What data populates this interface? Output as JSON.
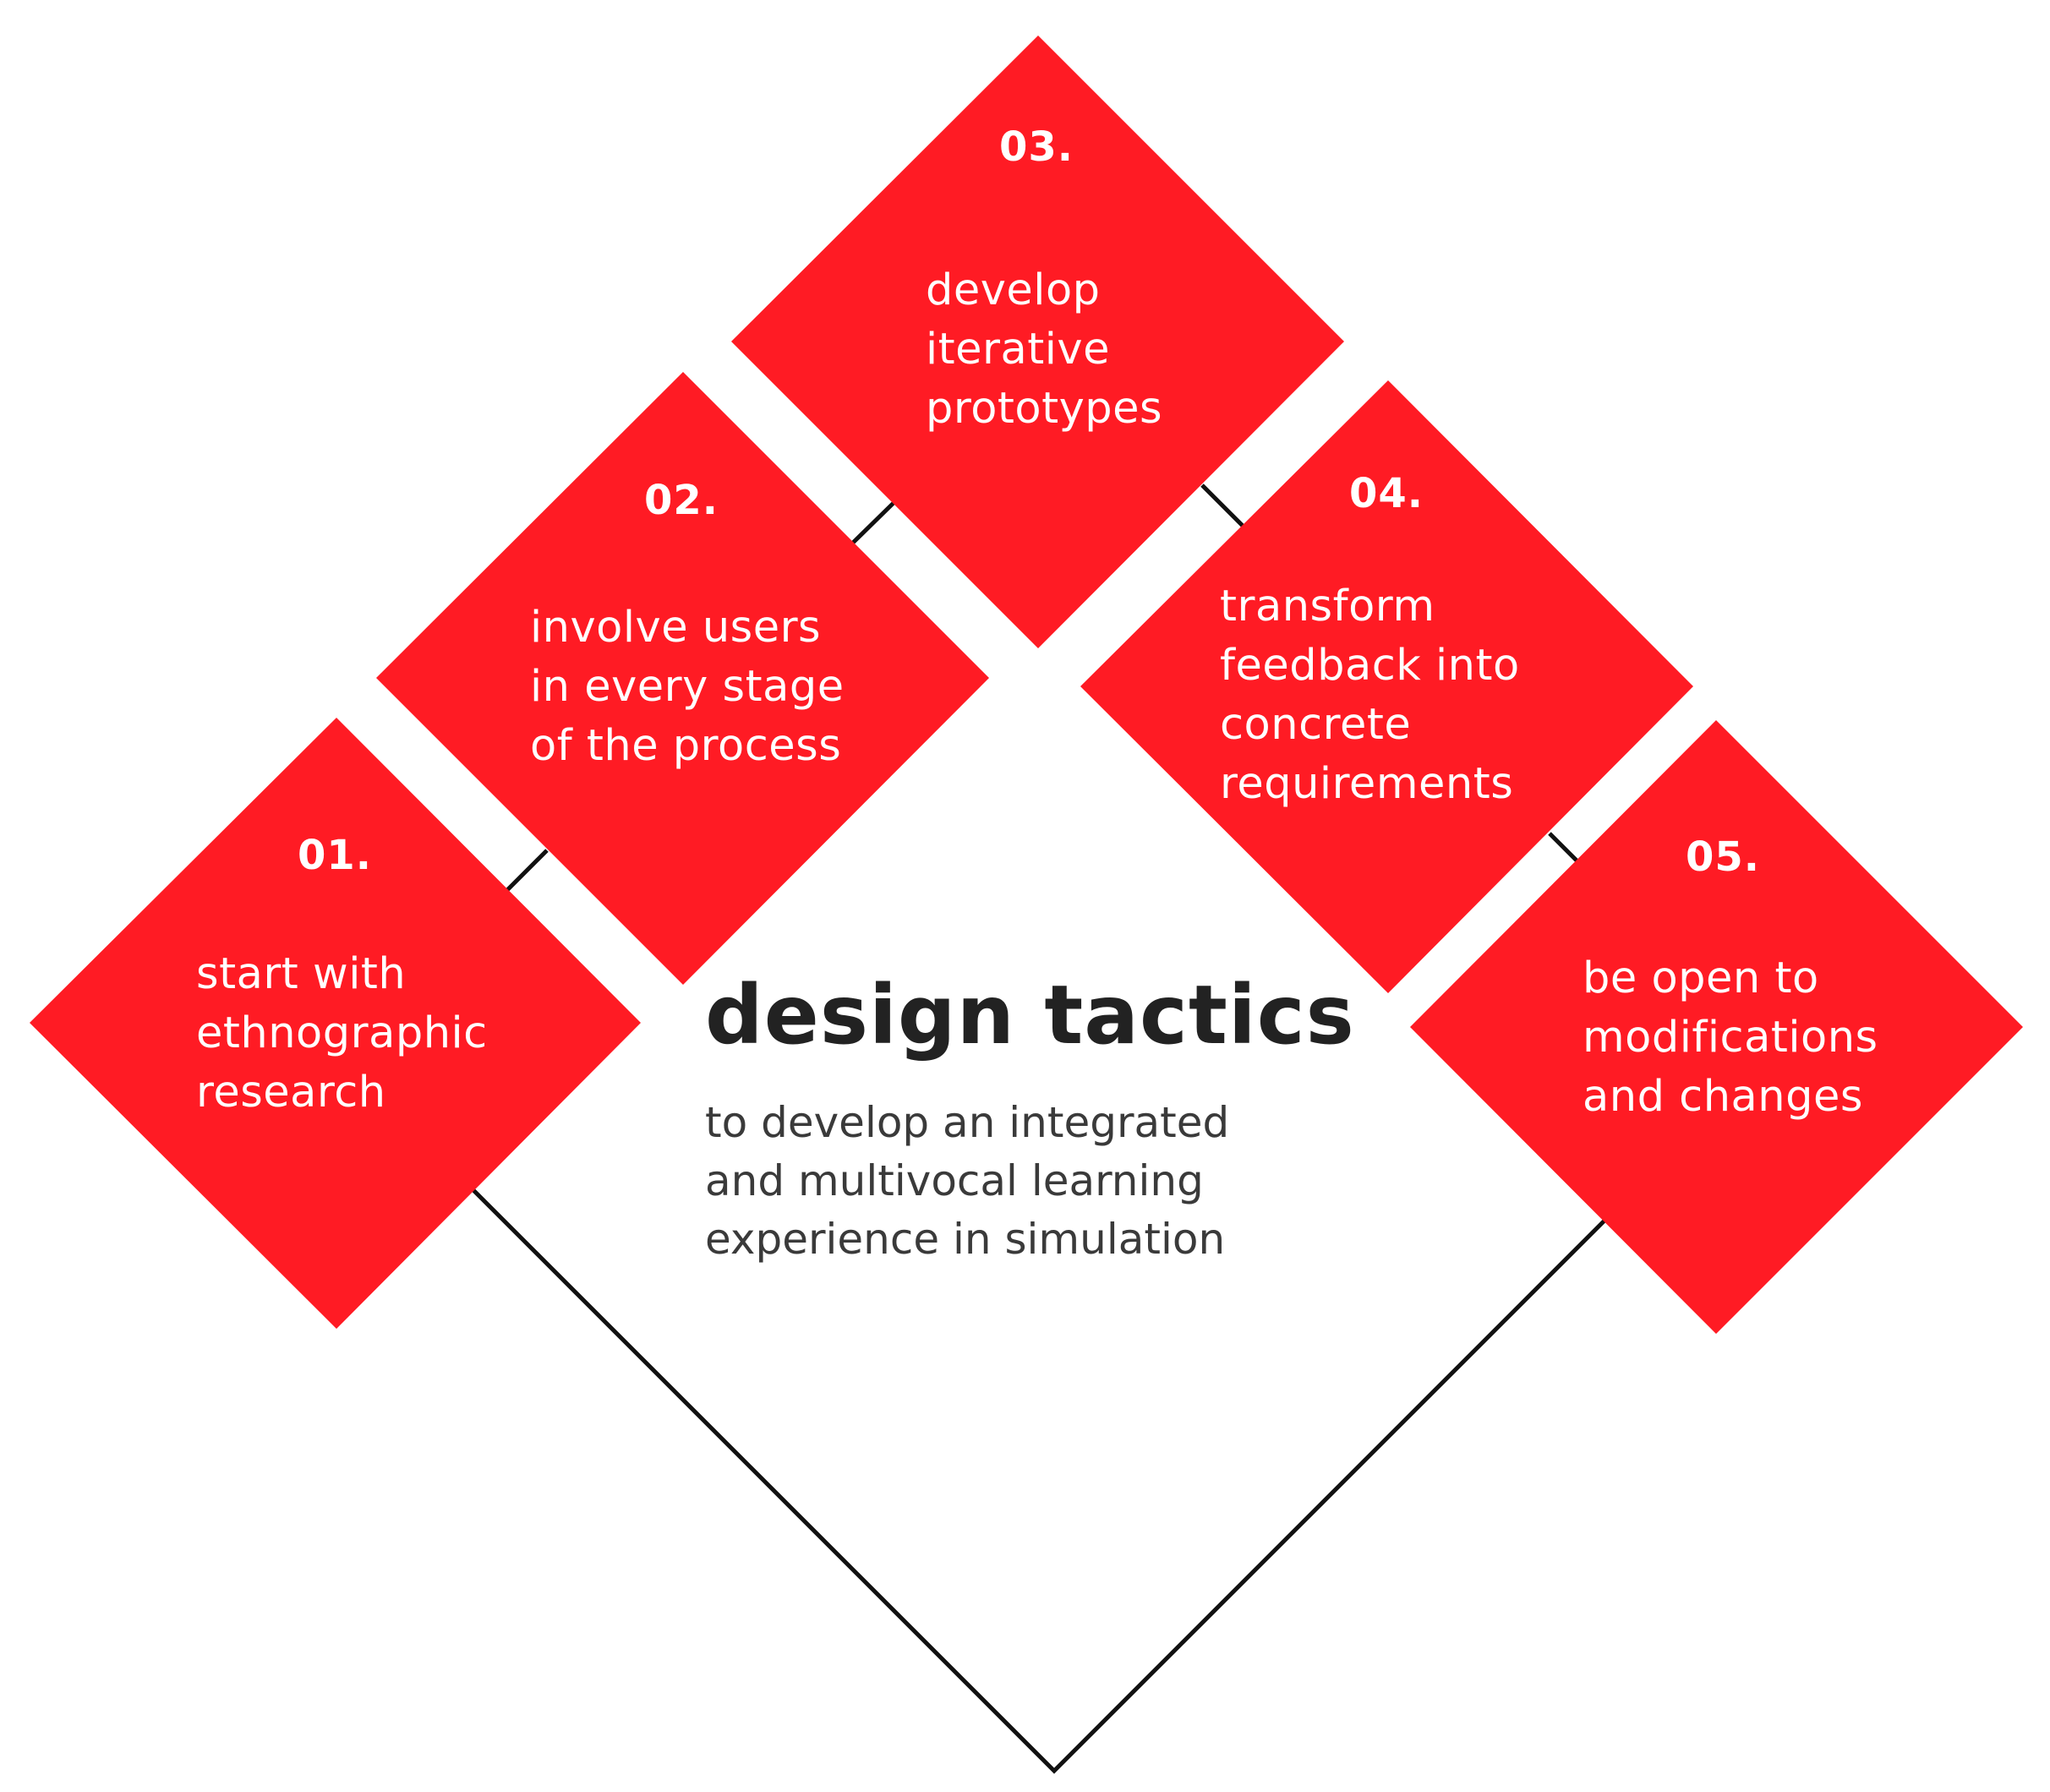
{
  "title": "design tactics",
  "subtitle": [
    "to develop an integrated",
    "and multivocal learning",
    "experience in simulation"
  ],
  "tactics": [
    {
      "number": "01.",
      "lines": [
        "start with",
        "ethnographic",
        "research"
      ]
    },
    {
      "number": "02.",
      "lines": [
        "involve users",
        "in every stage",
        "of the process"
      ]
    },
    {
      "number": "03.",
      "lines": [
        "develop",
        "iterative",
        "prototypes"
      ]
    },
    {
      "number": "04.",
      "lines": [
        "transform",
        "feedback into",
        "concrete",
        "requirements"
      ]
    },
    {
      "number": "05.",
      "lines": [
        "be open to",
        "modifications",
        "and changes"
      ]
    }
  ],
  "colors": {
    "tile": "#ff1b24",
    "tile_text": "#ffffff",
    "outline": "#111111",
    "title": "#222222",
    "subtitle": "#3a3a3a"
  }
}
